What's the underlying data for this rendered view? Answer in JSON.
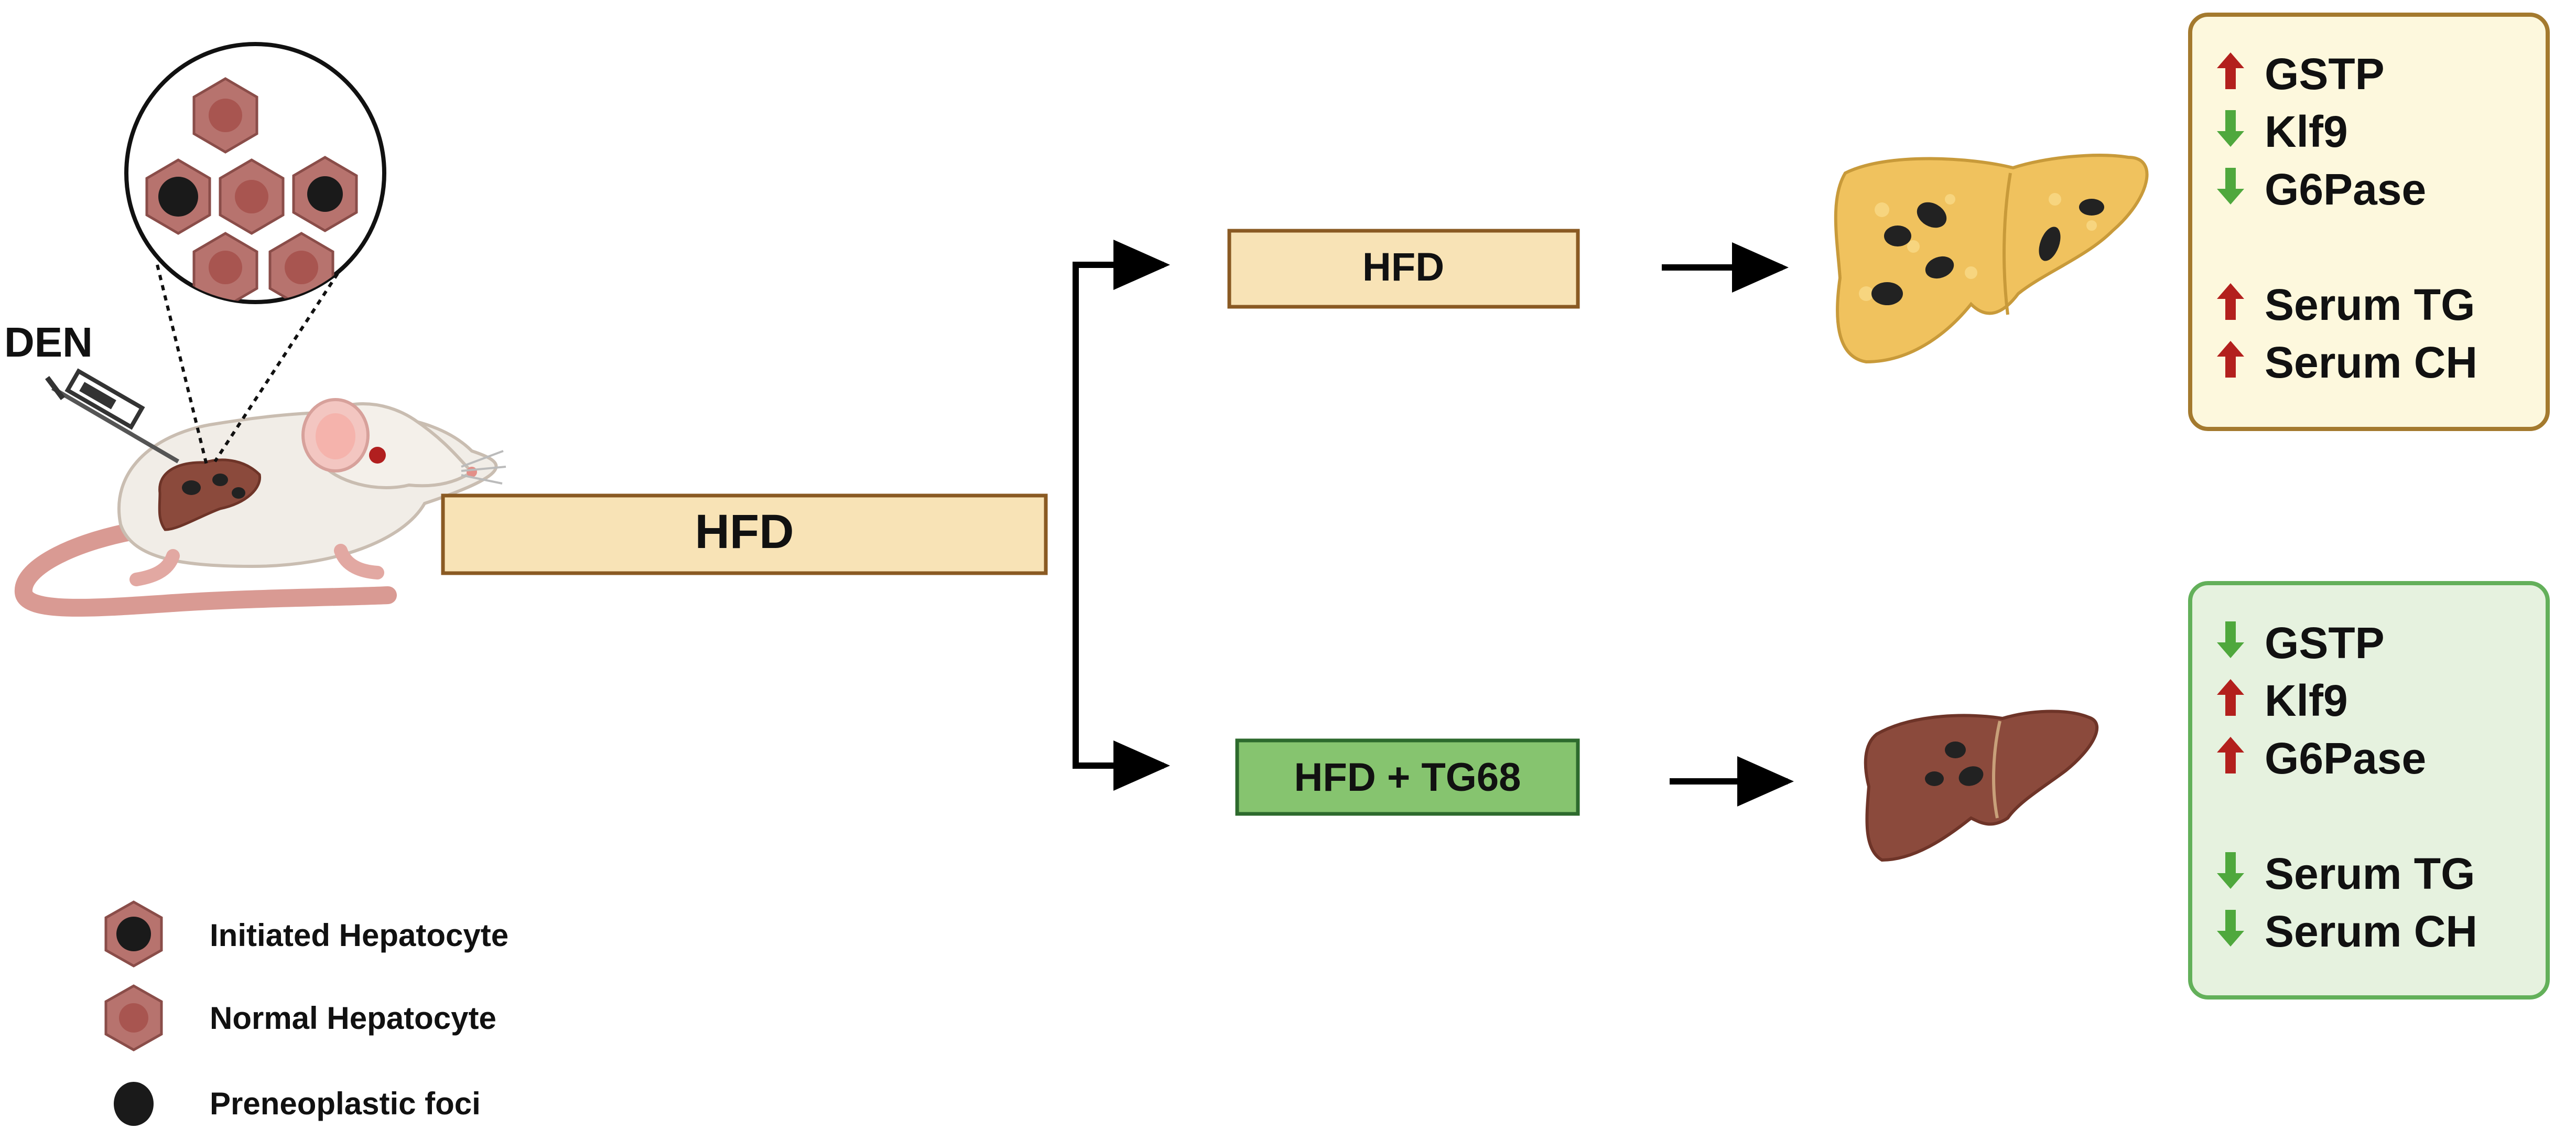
{
  "colors": {
    "hfd_box_fill": "#f8e3b6",
    "hfd_box_stroke": "#8a5a23",
    "tg68_box_fill": "#86c46f",
    "tg68_box_stroke": "#2d6a2d",
    "top_panel_fill": "#fdf8dd",
    "top_panel_stroke": "#a47a2e",
    "bottom_panel_fill": "#e6f2df",
    "bottom_panel_stroke": "#63b05a",
    "arrow_up": "#b3201d",
    "arrow_down": "#4fa83d",
    "fatty_liver": "#f0c25e",
    "healthy_liver": "#8b4a3c",
    "hepatocyte": "#b7736e",
    "nucleus_initiated": "#1a1a1a",
    "nucleus_normal": "#a85550"
  },
  "left": {
    "injection_label": "DEN",
    "diet_box_label": "HFD"
  },
  "branches": [
    {
      "box_label": "HFD",
      "liver": "fatty-liver",
      "markers": [
        {
          "direction": "up",
          "label": "GSTP"
        },
        {
          "direction": "down",
          "label": "Klf9"
        },
        {
          "direction": "down",
          "label": "G6Pase"
        },
        {
          "direction": "up",
          "label": "Serum TG"
        },
        {
          "direction": "up",
          "label": "Serum CH"
        }
      ]
    },
    {
      "box_label": "HFD + TG68",
      "liver": "healthy-liver",
      "markers": [
        {
          "direction": "down",
          "label": "GSTP"
        },
        {
          "direction": "up",
          "label": "Klf9"
        },
        {
          "direction": "up",
          "label": "G6Pase"
        },
        {
          "direction": "down",
          "label": "Serum TG"
        },
        {
          "direction": "down",
          "label": "Serum CH"
        }
      ]
    }
  ],
  "legend": [
    {
      "icon": "initiated-hepatocyte-icon",
      "label": "Initiated Hepatocyte"
    },
    {
      "icon": "normal-hepatocyte-icon",
      "label": "Normal Hepatocyte"
    },
    {
      "icon": "preneoplastic-foci-icon",
      "label": "Preneoplastic foci"
    }
  ]
}
